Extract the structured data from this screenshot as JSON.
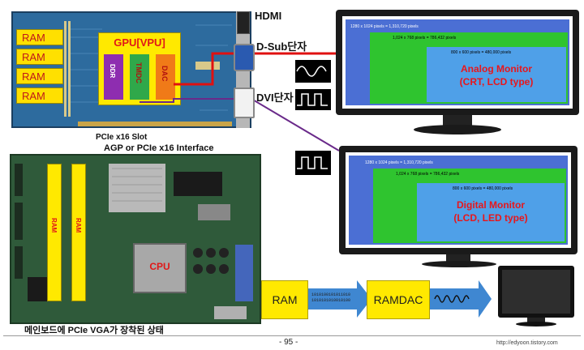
{
  "graphics_card": {
    "ram_labels": [
      "RAM",
      "RAM",
      "RAM",
      "RAM"
    ],
    "gpu_label": "GPU[VPU]",
    "ddr_label": "DDR",
    "tmdc_label": "TMDC",
    "dac_label": "DAC",
    "slot_label": "PCIe x16 Slot",
    "interface_label": "AGP or PCIe x16 Interface"
  },
  "ports": {
    "hdmi": "HDMI",
    "dsub": "D-Sub단자",
    "dvi": "DVI단자"
  },
  "analog_monitor": {
    "title_line1": "Analog Monitor",
    "title_line2": "(CRT, LCD type)",
    "res_outer": "1280 x 1024 pixels = 1,310,720 pixels",
    "res_middle": "1,024 x 768 pixels = 786,432 pixels",
    "res_inner": "800 x 600 pixels = 480,000 pixels"
  },
  "digital_monitor": {
    "title_line1": "Digital Monitor",
    "title_line2": "(LCD, LED type)",
    "res_outer": "1280 x 1024 pixels = 1,310,720 pixels",
    "res_middle": "1,024 x 768 pixels = 786,432 pixels",
    "res_inner": "800 x 600 pixels = 480,000 pixels"
  },
  "motherboard": {
    "ram_left": "RAM",
    "ram_right": "RAM",
    "cpu_label": "CPU",
    "caption": "메인보드에 PCIe VGA가 장착된 상태"
  },
  "flow": {
    "ram": "RAM",
    "ramdac": "RAMDAC",
    "binary_line1": "1010100101011010",
    "binary_line2": "1010101010010100"
  },
  "footer": {
    "page": "- 95 -",
    "url": "http://edyoon.tistory.com"
  },
  "colors": {
    "analog_title": "#e8161b",
    "digital_title": "#e8161b",
    "outer_screen": "#4b6fd4",
    "middle_screen": "#2fc42f",
    "inner_screen": "#4fa0e8",
    "flow_arrow": "#3f87d1",
    "red_signal": "#e01010",
    "purple_signal": "#6a2a8a"
  }
}
